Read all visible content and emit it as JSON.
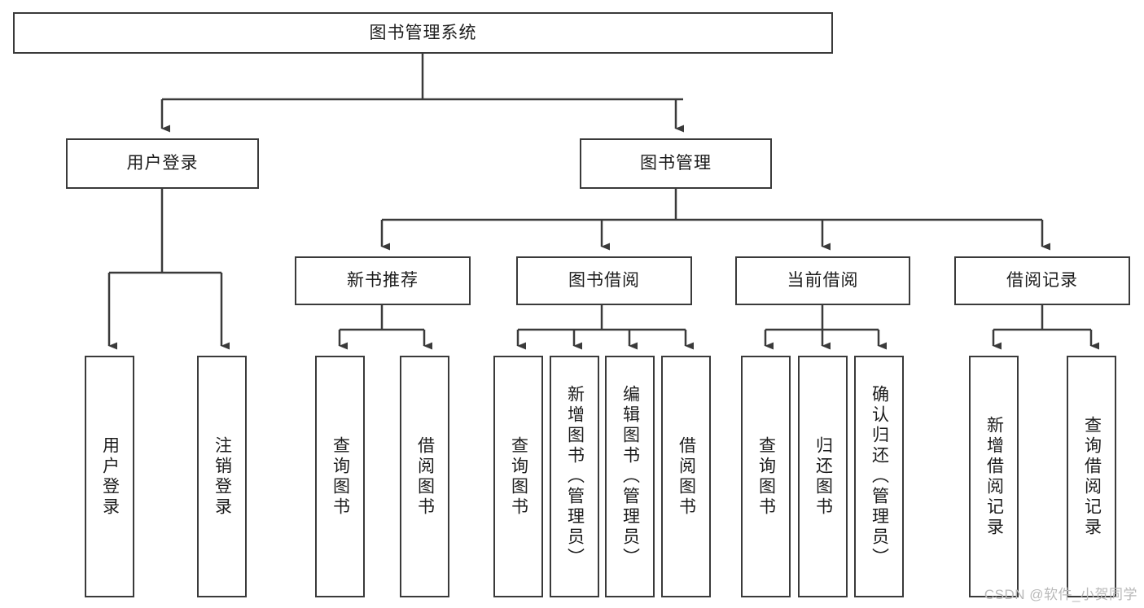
{
  "diagram": {
    "title_root": "图书管理系统",
    "watermark": "CSDN @软件_小贺同学",
    "line_color": "#3a3a3a",
    "background": "#ffffff",
    "text_color": "#1c1c1c",
    "levels": {
      "root": {
        "label": "图书管理系统"
      },
      "level2": [
        {
          "label": "用户登录"
        },
        {
          "label": "图书管理"
        }
      ],
      "level3": [
        {
          "label": "新书推荐"
        },
        {
          "label": "图书借阅"
        },
        {
          "label": "当前借阅"
        },
        {
          "label": "借阅记录"
        }
      ],
      "leaves": {
        "user_login": [
          {
            "label": "用户登录"
          },
          {
            "label": "注销登录"
          }
        ],
        "new_book_recommend": [
          {
            "label": "查询图书"
          },
          {
            "label": "借阅图书"
          }
        ],
        "book_borrow": [
          {
            "label": "查询图书"
          },
          {
            "label": "新增图书（管理员）"
          },
          {
            "label": "编辑图书（管理员）"
          },
          {
            "label": "借阅图书"
          }
        ],
        "current_borrow": [
          {
            "label": "查询图书"
          },
          {
            "label": "归还图书"
          },
          {
            "label": "确认归还（管理员）"
          }
        ],
        "borrow_record": [
          {
            "label": "新增借阅记录"
          },
          {
            "label": "查询借阅记录"
          }
        ]
      }
    }
  }
}
